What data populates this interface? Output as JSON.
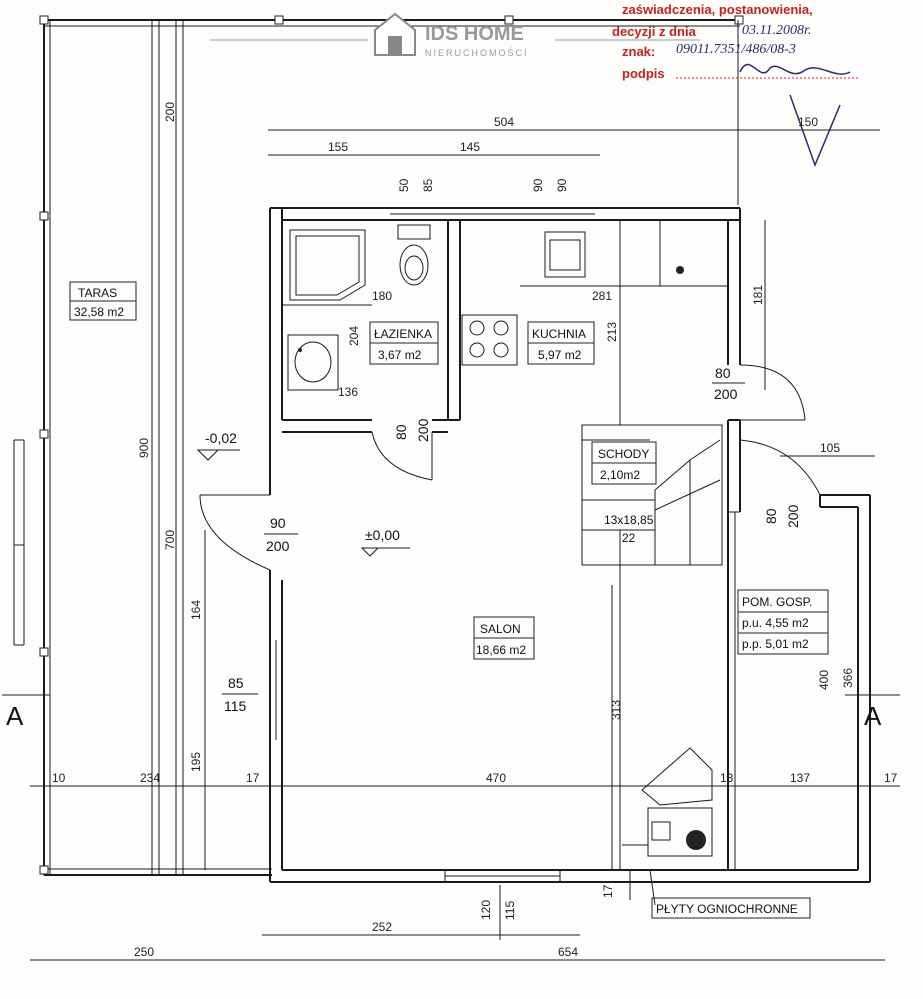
{
  "logo": {
    "brand": "IDS HOME",
    "subtitle": "NIERUCHOMOŚCI"
  },
  "stamp": {
    "line1": "zaświadczenia, postanowienia,",
    "line2_label": "decyzji z dnia",
    "line2_value": "03.11.2008r.",
    "line3_label": "znak:",
    "line3_value": "09011.7351/486/08-3",
    "line4_label": "podpis"
  },
  "rooms": {
    "taras": {
      "name": "TARAS",
      "area": "32,58 m2"
    },
    "lazienka": {
      "name": "ŁAZIENKA",
      "area": "3,67 m2"
    },
    "kuchnia": {
      "name": "KUCHNIA",
      "area": "5,97 m2"
    },
    "schody": {
      "name": "SCHODY",
      "area": "2,10m2",
      "steps": "13x18,85",
      "depth": "22"
    },
    "salon": {
      "name": "SALON",
      "area": "18,66 m2"
    },
    "pom_gosp": {
      "name": "POM. GOSP.",
      "pu": "p.u. 4,55 m2",
      "pp": "p.p. 5,01 m2"
    }
  },
  "levels": {
    "outside": "-0,02",
    "inside": "±0,00"
  },
  "section_marks": {
    "left": "A",
    "right": "A"
  },
  "note": "PŁYTY OGNIOCHRONNE",
  "dimensions": {
    "top_504": "504",
    "top_150": "150",
    "top_155": "155",
    "top_145": "145",
    "top_50": "50",
    "top_85": "85",
    "top_90a": "90",
    "top_90b": "90",
    "left_200": "200",
    "left_900": "900",
    "left_700": "700",
    "left_164": "164",
    "left_195": "195",
    "bath_180": "180",
    "bath_204": "204",
    "bath_136": "136",
    "kitchen_281": "281",
    "kitchen_213": "213",
    "right_181": "181",
    "door_entry_80": "80",
    "door_entry_200": "200",
    "door_bath_80": "80",
    "door_bath_200": "200",
    "door_main_90": "90",
    "door_main_200": "200",
    "win_85": "85",
    "win_115": "115",
    "door_gosp_80": "80",
    "door_gosp_200": "200",
    "gosp_105": "105",
    "gosp_400": "400",
    "gosp_366": "366",
    "salon_313": "313",
    "row_10": "10",
    "row_234": "234",
    "row_17a": "17",
    "row_470": "470",
    "row_13": "13",
    "row_137": "137",
    "row_17b": "17",
    "bottom_120": "120",
    "bottom_115": "115",
    "bottom_17": "17",
    "bottom_252": "252",
    "bottom_250": "250",
    "bottom_654": "654"
  }
}
